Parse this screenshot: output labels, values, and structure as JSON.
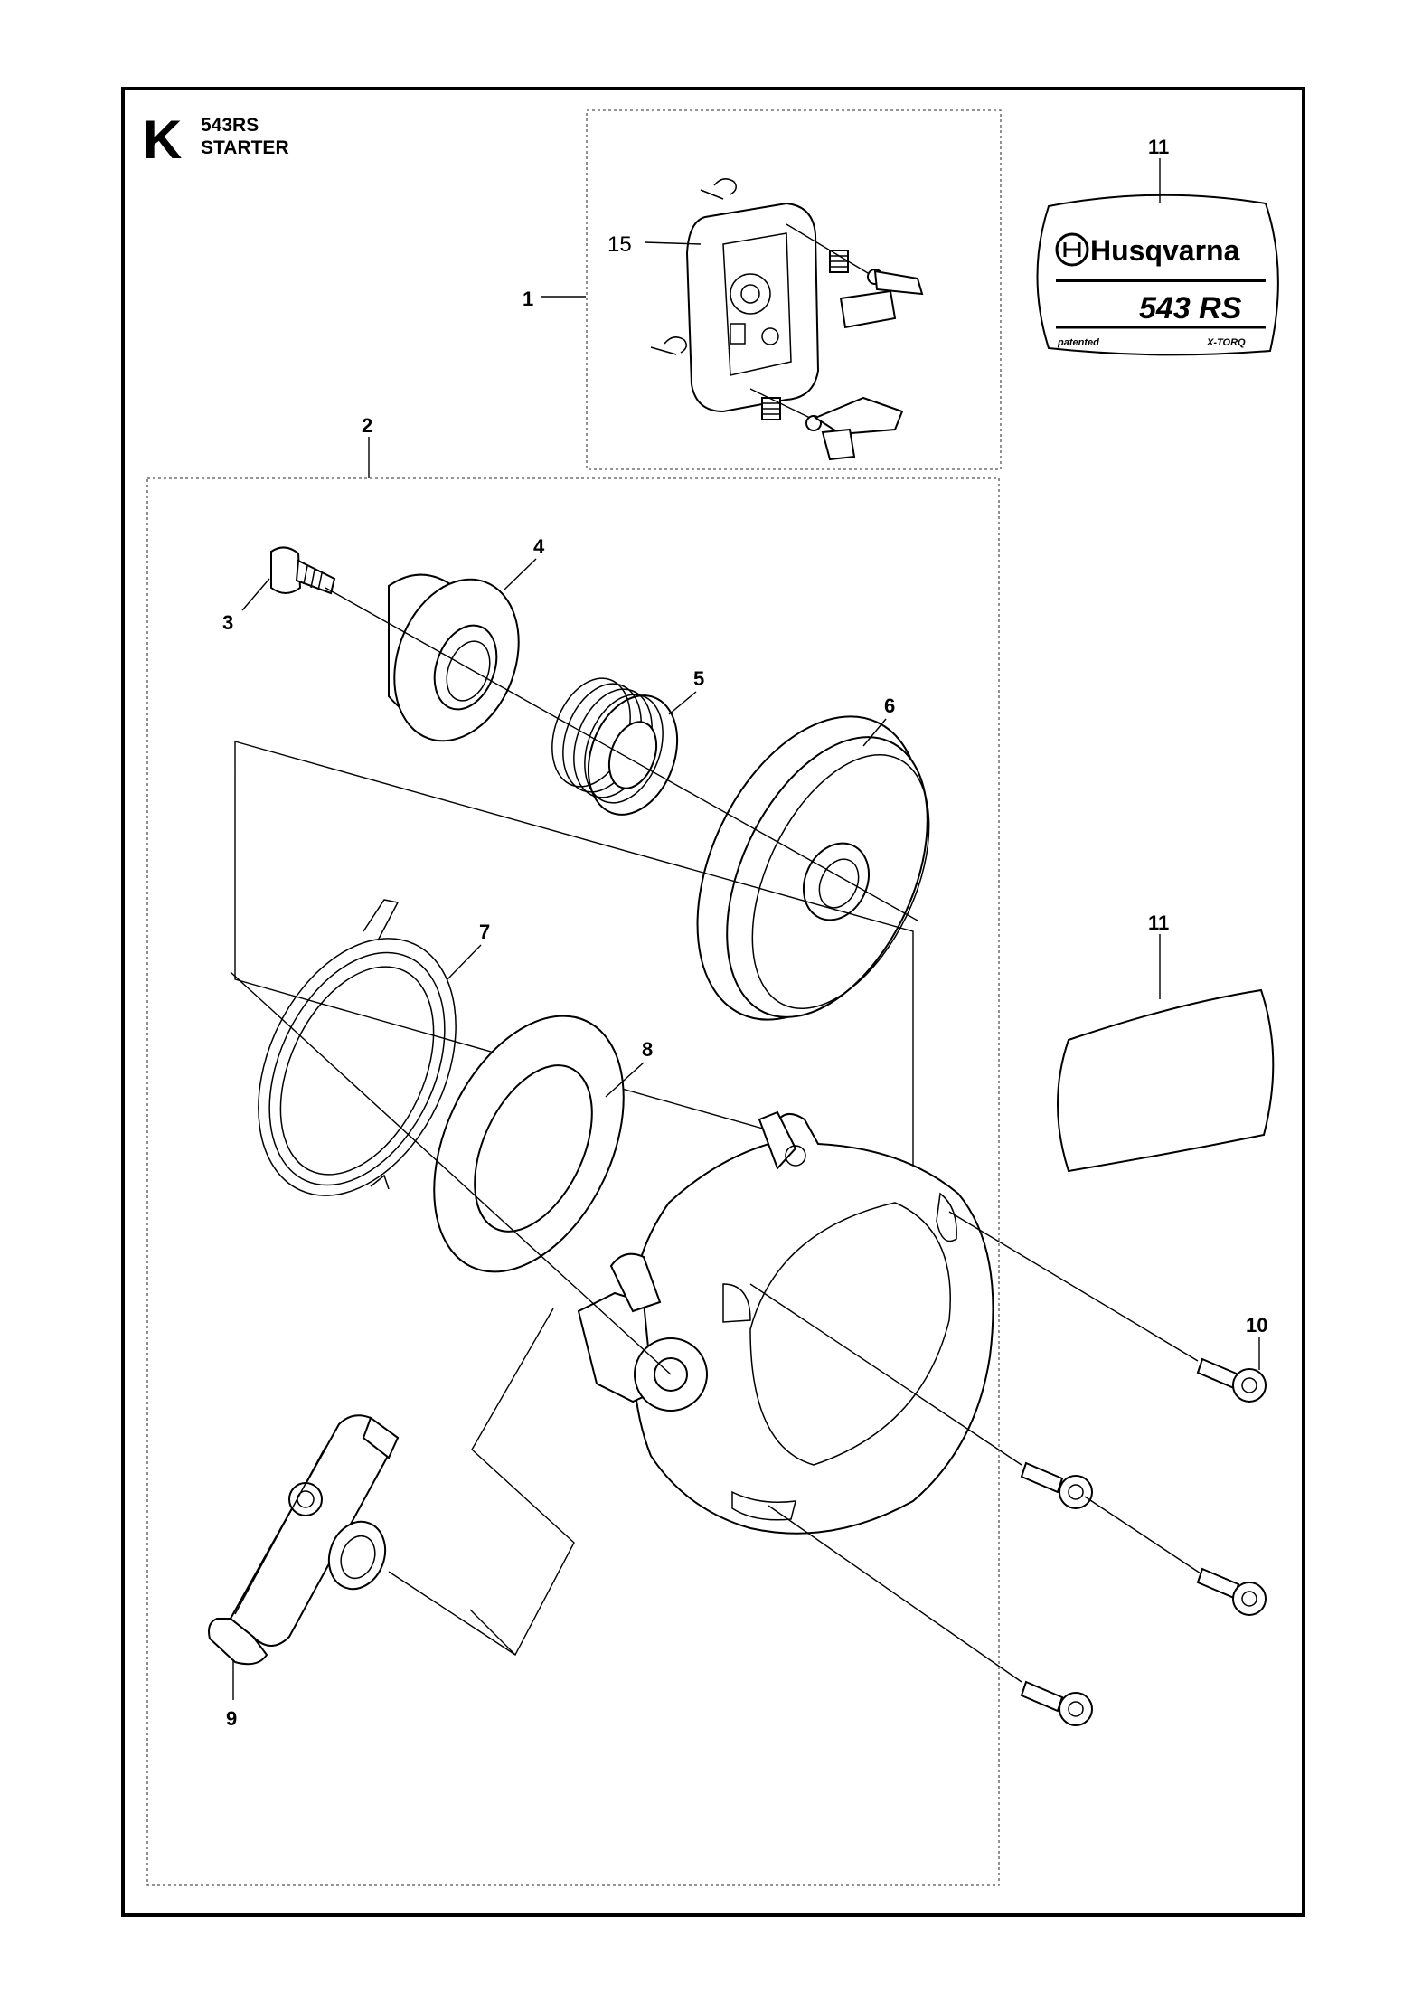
{
  "section": {
    "letter": "K",
    "model": "543RS",
    "title": "STARTER"
  },
  "callouts": [
    {
      "num": "1"
    },
    {
      "num": "2"
    },
    {
      "num": "3"
    },
    {
      "num": "4"
    },
    {
      "num": "5"
    },
    {
      "num": "6"
    },
    {
      "num": "7"
    },
    {
      "num": "8"
    },
    {
      "num": "9"
    },
    {
      "num": "10"
    },
    {
      "num": "11"
    },
    {
      "num": "11"
    },
    {
      "num": "15"
    }
  ],
  "decal": {
    "brand": "Husqvarna",
    "model": "543 RS",
    "left_small": "patented",
    "right_small": "X-TORQ"
  }
}
